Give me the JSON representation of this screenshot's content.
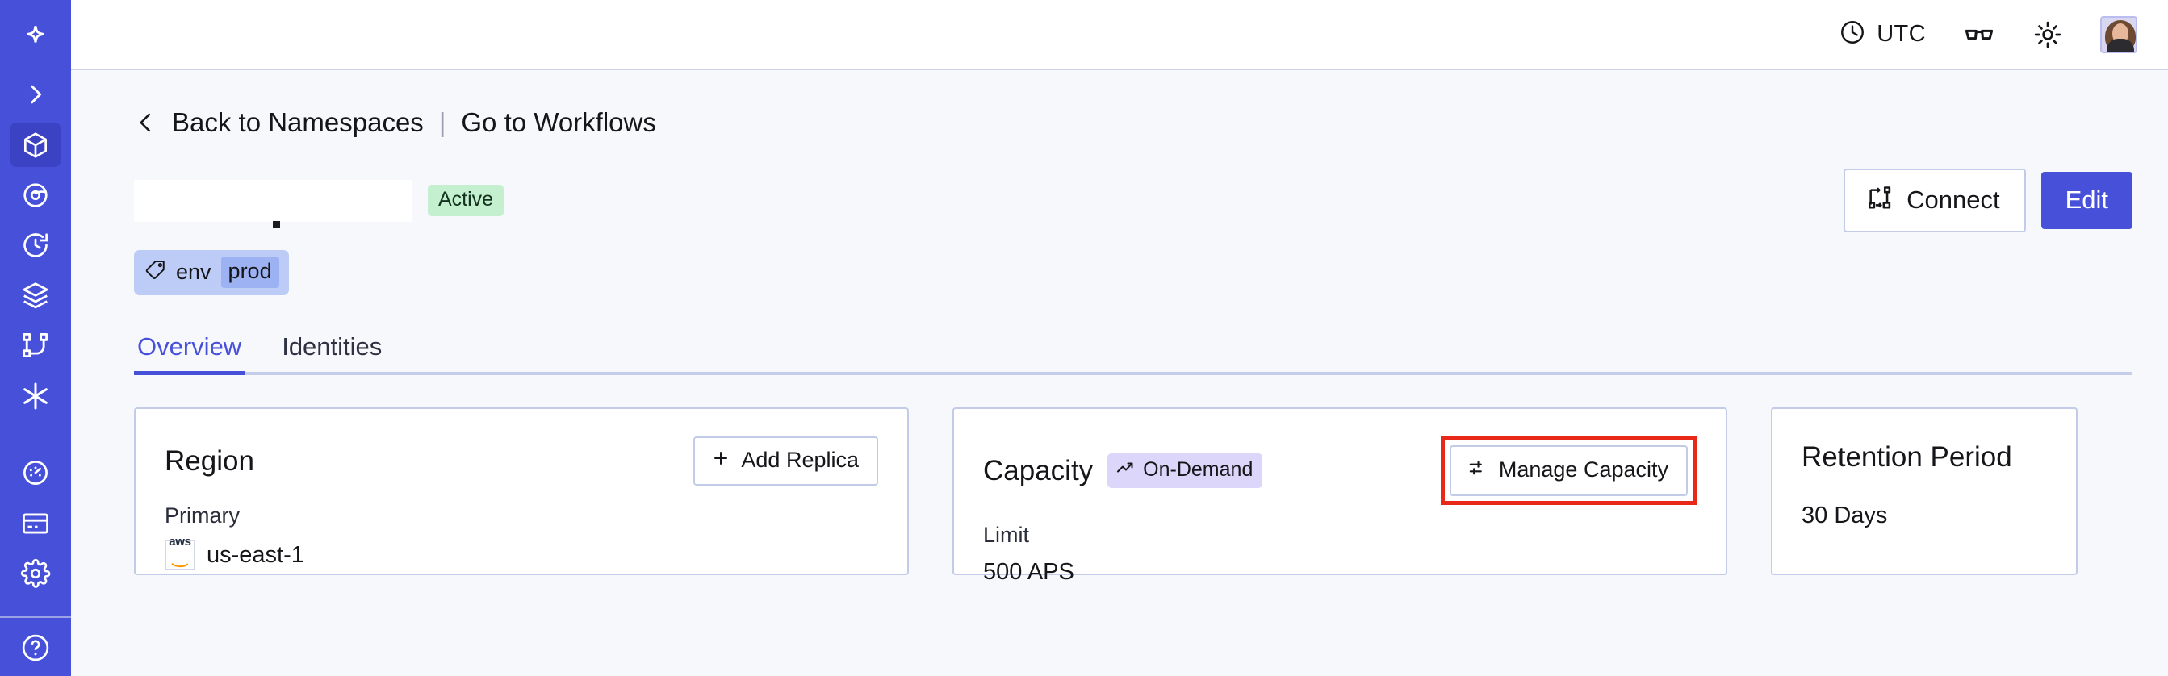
{
  "theme": {
    "sidebar_bg": "#4750d9",
    "sidebar_active_bg": "#3b43c4",
    "accent": "#4750d9",
    "page_bg": "#f7f8fb",
    "card_bg": "#ffffff",
    "card_border": "#c2cbe8",
    "status_active_bg": "#c4f0cf",
    "badge_ondemand_bg": "#ddd6fb",
    "tag_bg": "#bdcbf7",
    "tag_value_bg": "#9cb2f2",
    "highlight_outline": "#e8291a"
  },
  "sidebar": {
    "logo": {
      "name": "temporal-logo-icon"
    },
    "toggle": {
      "name": "expand-chevron-icon"
    },
    "items": [
      {
        "name": "sidebar-item-namespaces",
        "icon": "cube-icon",
        "active": true
      },
      {
        "name": "sidebar-item-workflows",
        "icon": "eye-swirl-icon",
        "active": false
      },
      {
        "name": "sidebar-item-schedules",
        "icon": "clock-rewind-icon",
        "active": false
      },
      {
        "name": "sidebar-item-batch-operations",
        "icon": "layers-icon",
        "active": false
      },
      {
        "name": "sidebar-item-nexus",
        "icon": "git-branch-icon",
        "active": false
      },
      {
        "name": "sidebar-item-integrations",
        "icon": "asterisk-icon",
        "active": false
      }
    ],
    "lower_items": [
      {
        "name": "sidebar-item-usage",
        "icon": "gauge-icon",
        "active": false
      },
      {
        "name": "sidebar-item-billing",
        "icon": "credit-card-icon",
        "active": false
      },
      {
        "name": "sidebar-item-settings",
        "icon": "gear-icon",
        "active": false
      }
    ],
    "footer_item": {
      "name": "sidebar-item-help",
      "icon": "help-circle-icon"
    }
  },
  "topbar": {
    "timezone_label": "UTC",
    "timezone_icon": "clock-icon",
    "readonly_icon": "glasses-icon",
    "theme_icon": "sun-icon",
    "avatar_name": "user-avatar"
  },
  "breadcrumb": {
    "back_icon": "chevron-left-icon",
    "back_label": "Back to Namespaces",
    "separator": "|",
    "forward_label": "Go to Workflows"
  },
  "namespace": {
    "title": "",
    "status": "Active",
    "tag": {
      "icon": "tag-icon",
      "key": "env",
      "value": "prod"
    }
  },
  "header_actions": {
    "connect_label": "Connect",
    "connect_icon": "connect-flow-icon",
    "edit_label": "Edit"
  },
  "tabs": [
    {
      "label": "Overview",
      "active": true
    },
    {
      "label": "Identities",
      "active": false
    }
  ],
  "cards": {
    "region": {
      "title": "Region",
      "action_label": "Add Replica",
      "action_icon": "plus-icon",
      "sub_label": "Primary",
      "provider_icon": "aws-logo-icon",
      "provider_text": "aws",
      "value": "us-east-1"
    },
    "capacity": {
      "title": "Capacity",
      "badge_label": "On-Demand",
      "badge_icon": "trending-up-icon",
      "action_label": "Manage Capacity",
      "action_icon": "sliders-icon",
      "highlighted": true,
      "sub_label": "Limit",
      "value": "500 APS"
    },
    "retention": {
      "title": "Retention Period",
      "value": "30 Days"
    }
  }
}
